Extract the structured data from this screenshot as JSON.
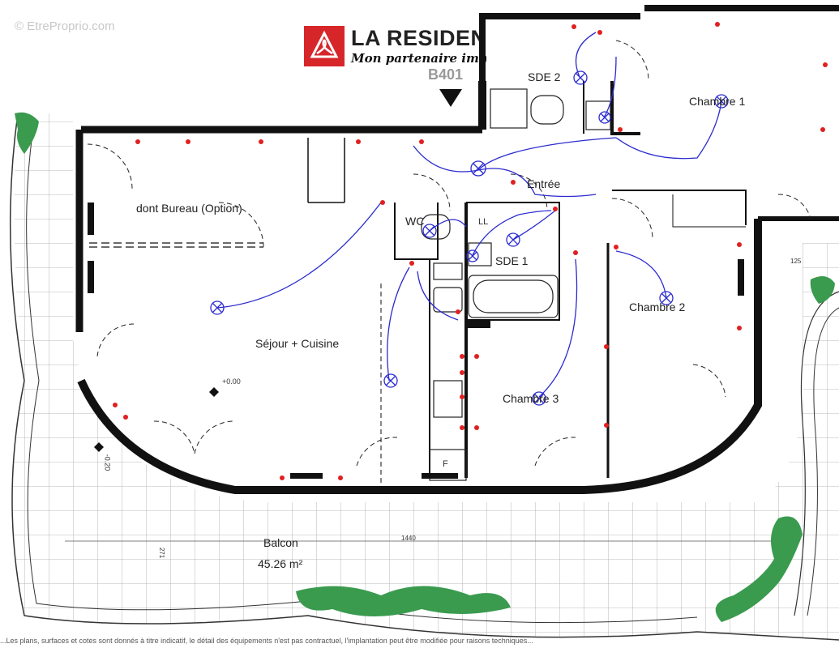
{
  "watermark": "© EtreProprio.com",
  "logo": {
    "name": "LA RESIDENCE",
    "tagline": "Mon partenaire immobilier",
    "brand_color": "#d7262a",
    "icon": "triangle-swirl-logo-icon"
  },
  "plan": {
    "unit_code": "B401",
    "rooms": {
      "sejour": "Séjour + Cuisine",
      "bureau": "dont Bureau (Option)",
      "entree": "Entrée",
      "wc": "WC",
      "sde1": "SDE 1",
      "sde2": "SDE 2",
      "ll": "LL",
      "chambre1": "Chambre 1",
      "chambre2": "Chambre 2",
      "chambre3": "Chambre 3",
      "balcon": "Balcon",
      "balcon_area": "45.26 m²",
      "fridge": "F"
    },
    "markers": {
      "level_0": "+0.00",
      "level_1": "-0.20",
      "dim_1440": "1440",
      "dim_125": "125",
      "dim_271": "271"
    },
    "colors": {
      "wall": "#111111",
      "electrical": "#2b2bd0",
      "socket": "#e02020",
      "vegetation": "#3a9a4e",
      "grid": "#9a9a9a"
    }
  },
  "footer": "...Les plans, surfaces et cotes sont donnés à titre indicatif, le détail des équipements n'est pas contractuel, l'implantation peut être modifiée pour raisons techniques..."
}
